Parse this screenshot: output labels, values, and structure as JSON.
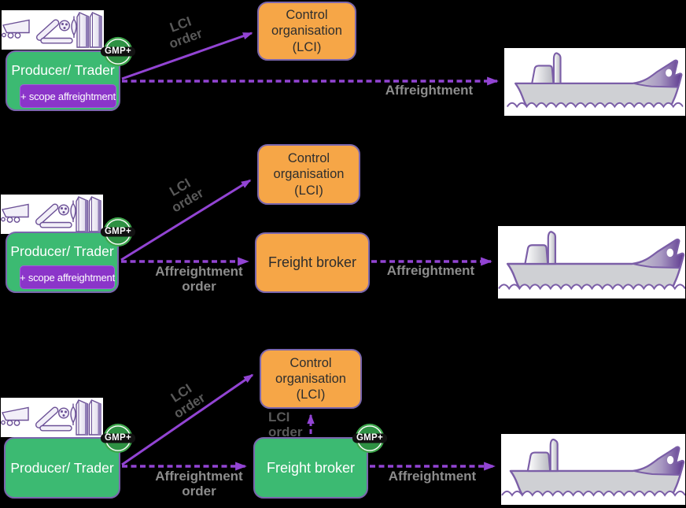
{
  "badge_label": "GMP+",
  "colors": {
    "background": "#000000",
    "producer_green": "#3CBA72",
    "control_orange": "#F6A647",
    "scope_purple": "#8B35C9",
    "box_border_purple": "#7A66AD",
    "arrow_purple": "#9244D3",
    "affreightment_label_gray": "#8C8C8C",
    "lci_label_gray": "#595959",
    "badge_green": "#3EA64C",
    "ship_hull_gray": "#CFD0D4",
    "ship_outline_purple": "#7B5EA7"
  },
  "scenarios": [
    {
      "producer_label": "Producer/ Trader",
      "scope_label": "+ scope affreightment",
      "control_label": "Control organisation (LCI)",
      "lci_order_label": "LCI order",
      "affreightment_label": "Affreightment"
    },
    {
      "producer_label": "Producer/ Trader",
      "scope_label": "+ scope affreightment",
      "control_label": "Control organisation (LCI)",
      "broker_label": "Freight broker",
      "lci_order_label": "LCI order",
      "affreightment_order_label": "Affreightment order",
      "affreightment_label": "Affreightment"
    },
    {
      "producer_label": "Producer/ Trader",
      "control_label": "Control organisation (LCI)",
      "broker_label": "Freight broker",
      "lci_order_label": "LCI order",
      "broker_lci_order_label": "LCI order",
      "affreightment_order_label": "Affreightment order",
      "affreightment_label": "Affreightment"
    }
  ]
}
